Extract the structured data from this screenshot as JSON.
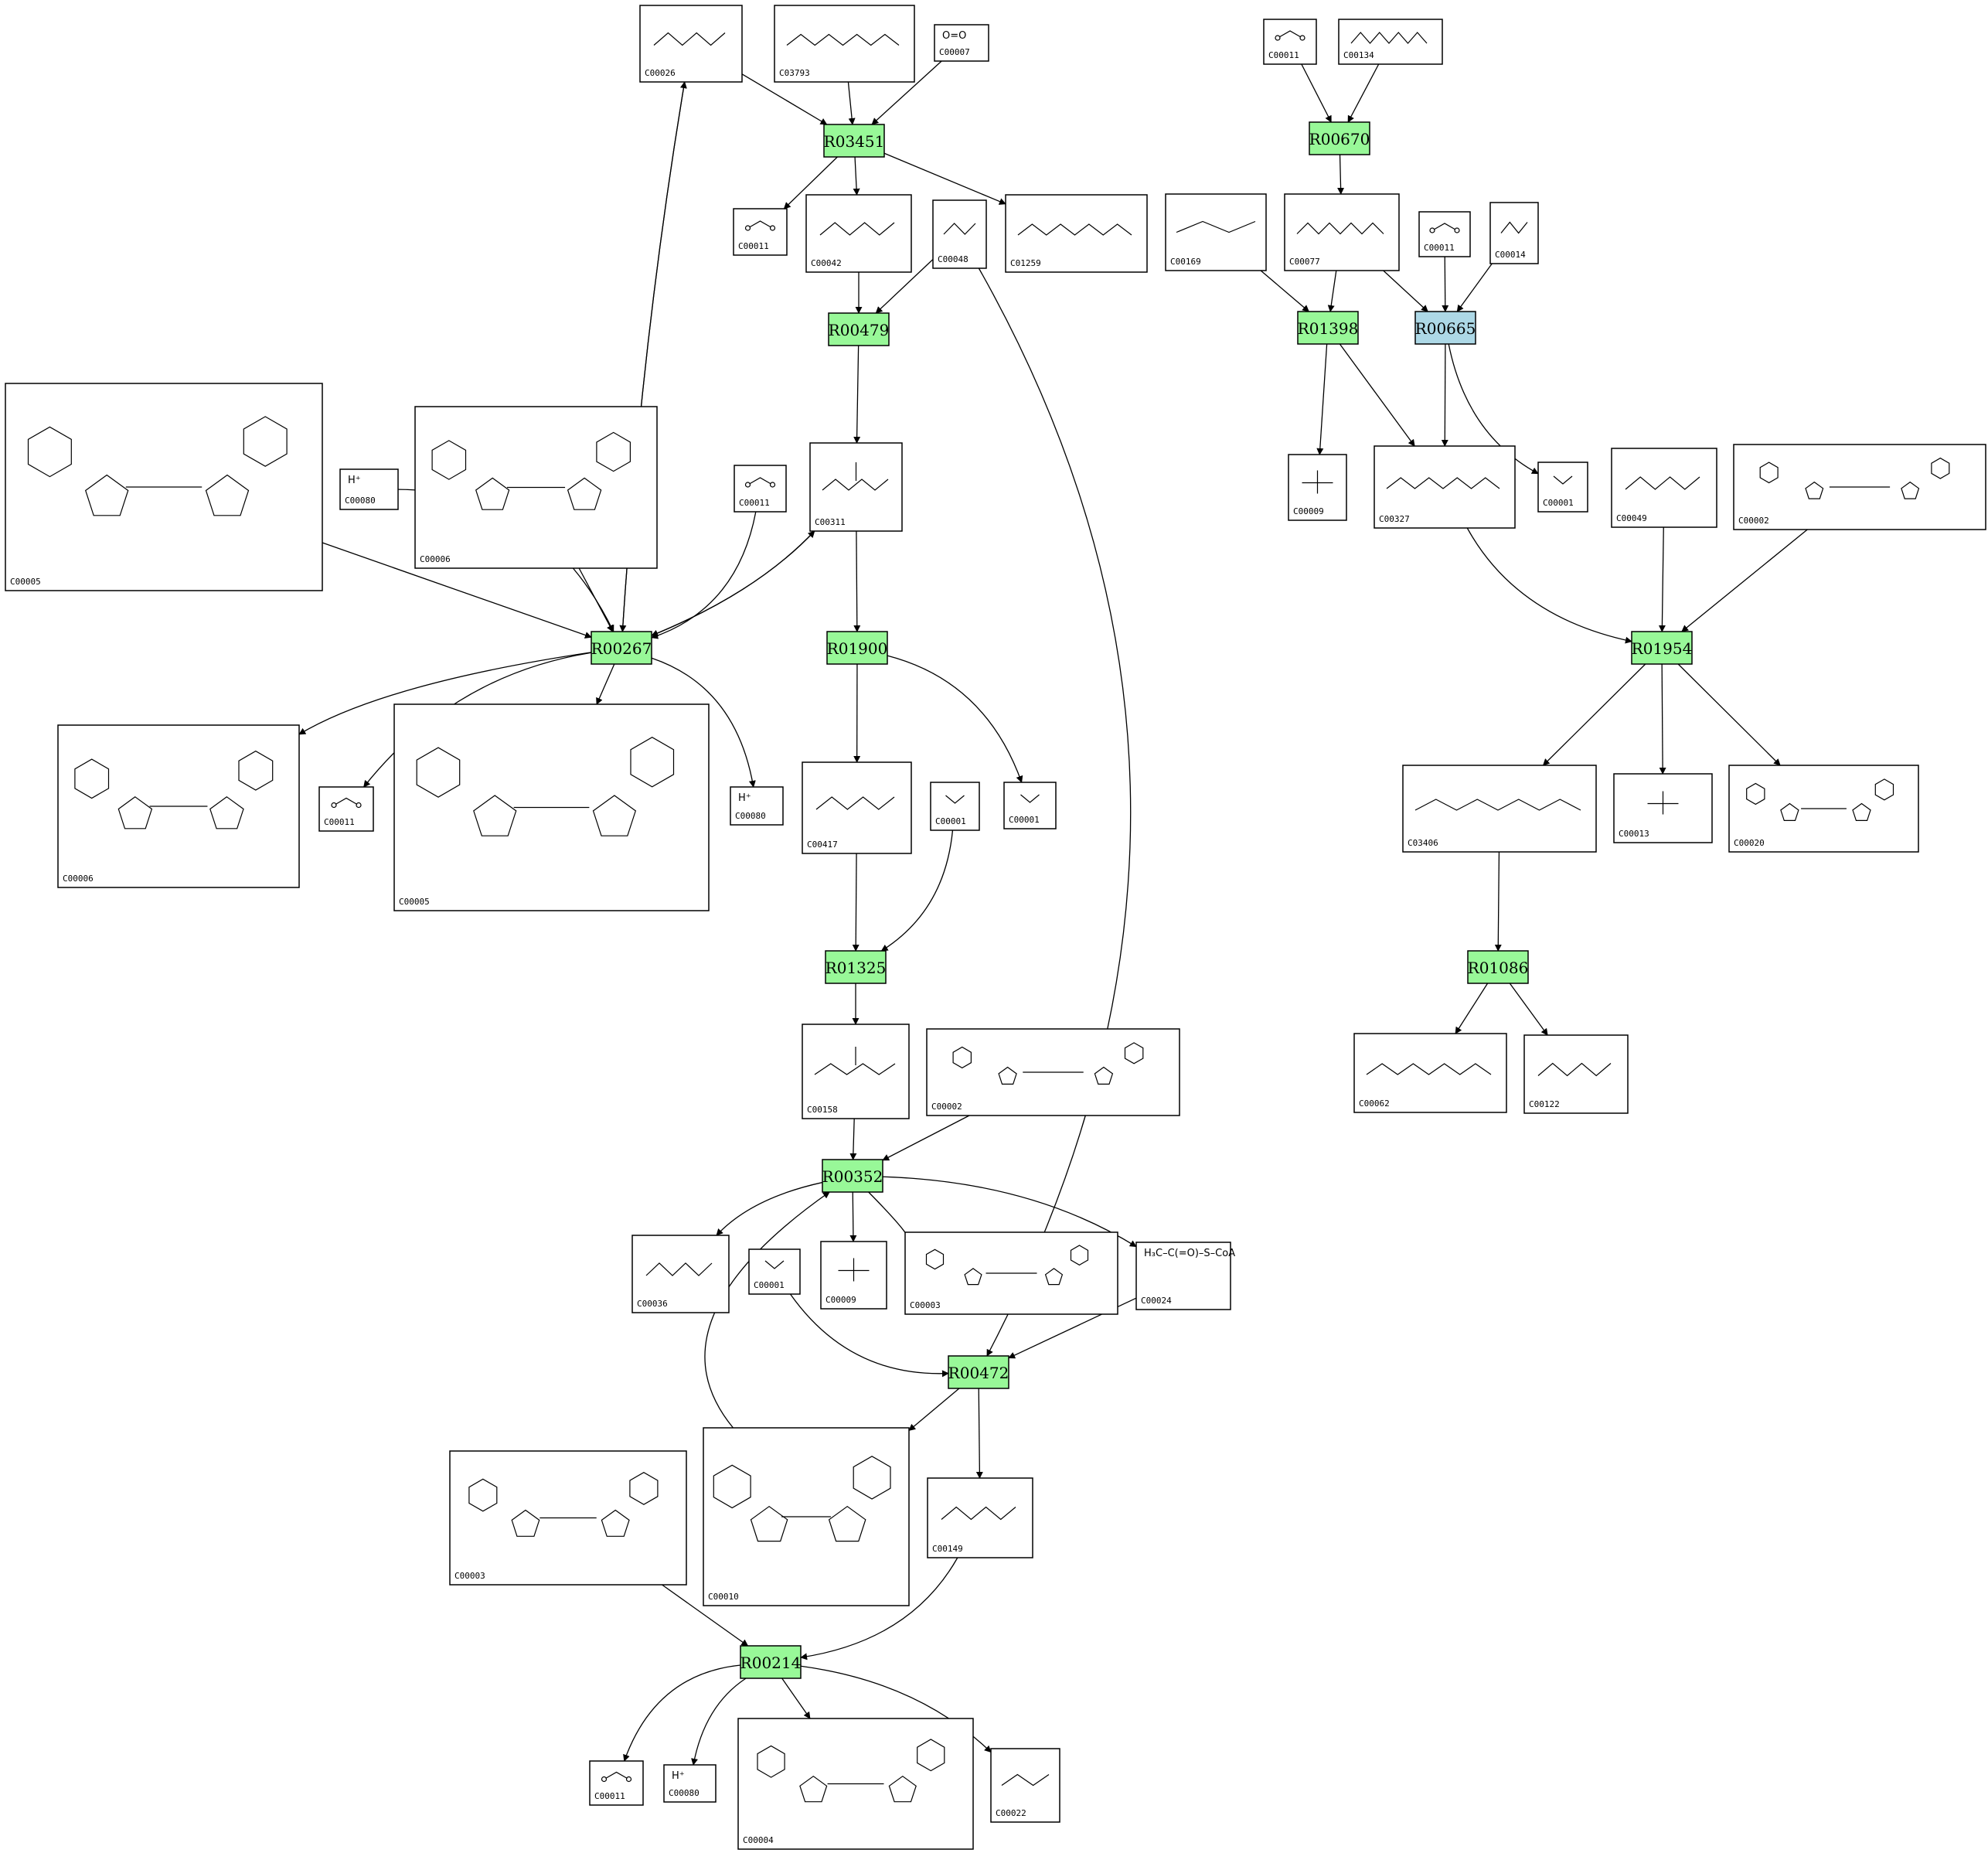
{
  "colors": {
    "reaction_fill": "#98f898",
    "reaction_fill_highlight": "#add8e6",
    "edge": "#000000",
    "border": "#000000"
  },
  "reactions": [
    {
      "id": "R03451",
      "highlight": false
    },
    {
      "id": "R00670",
      "highlight": false
    },
    {
      "id": "R00479",
      "highlight": false
    },
    {
      "id": "R01398",
      "highlight": false
    },
    {
      "id": "R00665",
      "highlight": true
    },
    {
      "id": "R00267",
      "highlight": false
    },
    {
      "id": "R01900",
      "highlight": false
    },
    {
      "id": "R01954",
      "highlight": false
    },
    {
      "id": "R01325",
      "highlight": false
    },
    {
      "id": "R01086",
      "highlight": false
    },
    {
      "id": "R00352",
      "highlight": false
    },
    {
      "id": "R00472",
      "highlight": false
    },
    {
      "id": "R00214",
      "highlight": false
    }
  ],
  "compounds": [
    {
      "key": "c00026_top",
      "id": "C00026",
      "label": ""
    },
    {
      "key": "c03793",
      "id": "C03793",
      "label": ""
    },
    {
      "key": "c00007",
      "id": "C00007",
      "label": "O=O"
    },
    {
      "key": "c00011_a",
      "id": "C00011",
      "label": ""
    },
    {
      "key": "c00134",
      "id": "C00134",
      "label": ""
    },
    {
      "key": "c00011_b",
      "id": "C00011",
      "label": ""
    },
    {
      "key": "c00042",
      "id": "C00042",
      "label": ""
    },
    {
      "key": "c00048",
      "id": "C00048",
      "label": ""
    },
    {
      "key": "c01259",
      "id": "C01259",
      "label": ""
    },
    {
      "key": "c00169",
      "id": "C00169",
      "label": ""
    },
    {
      "key": "c00077",
      "id": "C00077",
      "label": ""
    },
    {
      "key": "c00011_c",
      "id": "C00011",
      "label": ""
    },
    {
      "key": "c00014",
      "id": "C00014",
      "label": ""
    },
    {
      "key": "c00005_a",
      "id": "C00005",
      "label": ""
    },
    {
      "key": "c00006_a",
      "id": "C00006",
      "label": ""
    },
    {
      "key": "c00080_a",
      "id": "C00080",
      "label": "H⁺"
    },
    {
      "key": "c00011_d",
      "id": "C00011",
      "label": ""
    },
    {
      "key": "c00311",
      "id": "C00311",
      "label": ""
    },
    {
      "key": "c00009_a",
      "id": "C00009",
      "label": ""
    },
    {
      "key": "c00327",
      "id": "C00327",
      "label": ""
    },
    {
      "key": "c00001_a",
      "id": "C00001",
      "label": ""
    },
    {
      "key": "c00049",
      "id": "C00049",
      "label": ""
    },
    {
      "key": "c00002_a",
      "id": "C00002",
      "label": ""
    },
    {
      "key": "c00006_b",
      "id": "C00006",
      "label": ""
    },
    {
      "key": "c00011_e",
      "id": "C00011",
      "label": ""
    },
    {
      "key": "c00005_b",
      "id": "C00005",
      "label": ""
    },
    {
      "key": "c00080_b",
      "id": "C00080",
      "label": "H⁺"
    },
    {
      "key": "c00417",
      "id": "C00417",
      "label": ""
    },
    {
      "key": "c00001_b",
      "id": "C00001",
      "label": ""
    },
    {
      "key": "c00001_c",
      "id": "C00001",
      "label": ""
    },
    {
      "key": "c03406",
      "id": "C03406",
      "label": ""
    },
    {
      "key": "c00013",
      "id": "C00013",
      "label": ""
    },
    {
      "key": "c00020",
      "id": "C00020",
      "label": ""
    },
    {
      "key": "c00158",
      "id": "C00158",
      "label": ""
    },
    {
      "key": "c00002_b",
      "id": "C00002",
      "label": ""
    },
    {
      "key": "c00062",
      "id": "C00062",
      "label": ""
    },
    {
      "key": "c00122",
      "id": "C00122",
      "label": ""
    },
    {
      "key": "c00036",
      "id": "C00036",
      "label": ""
    },
    {
      "key": "c00001_d",
      "id": "C00001",
      "label": ""
    },
    {
      "key": "c00009_b",
      "id": "C00009",
      "label": ""
    },
    {
      "key": "c00003_a",
      "id": "C00003",
      "label": ""
    },
    {
      "key": "c00024",
      "id": "C00024",
      "label": "H₃C–C(=O)–S–CoA"
    },
    {
      "key": "c00003_b",
      "id": "C00003",
      "label": ""
    },
    {
      "key": "c00010",
      "id": "C00010",
      "label": ""
    },
    {
      "key": "c00149",
      "id": "C00149",
      "label": ""
    },
    {
      "key": "c00011_f",
      "id": "C00011",
      "label": ""
    },
    {
      "key": "c00080_c",
      "id": "C00080",
      "label": "H⁺"
    },
    {
      "key": "c00004",
      "id": "C00004",
      "label": ""
    },
    {
      "key": "c00022",
      "id": "C00022",
      "label": ""
    }
  ]
}
